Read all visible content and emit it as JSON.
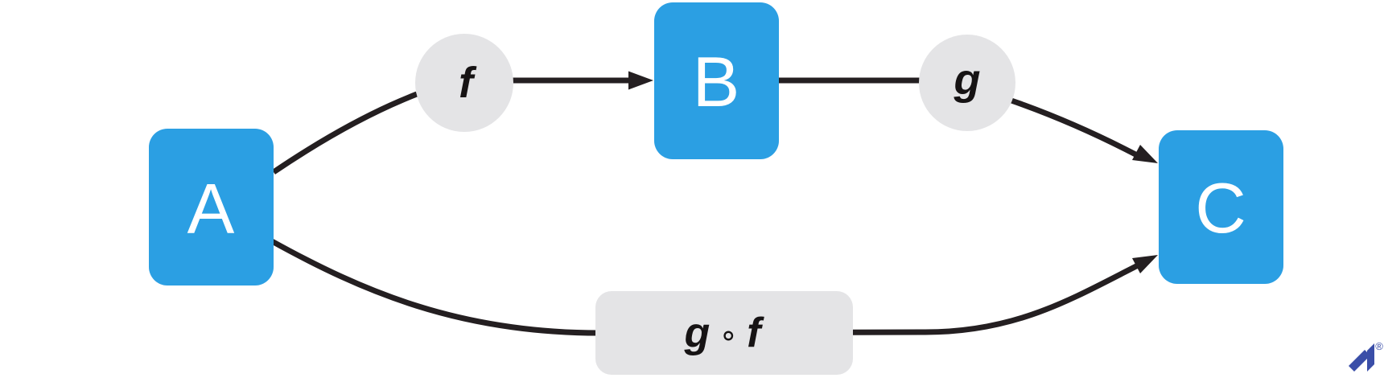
{
  "diagram": {
    "type": "commutative-diagram",
    "description": "Function composition: f maps A to B, g maps B to C, and the composition g of f maps A directly to C",
    "nodes": [
      {
        "id": "A",
        "label": "A"
      },
      {
        "id": "B",
        "label": "B"
      },
      {
        "id": "C",
        "label": "C"
      }
    ],
    "edges": [
      {
        "from": "A",
        "to": "B",
        "label": "f"
      },
      {
        "from": "B",
        "to": "C",
        "label": "g"
      },
      {
        "from": "A",
        "to": "C",
        "label": "g ∘ f"
      }
    ],
    "labels": {
      "f": "f",
      "g": "g",
      "composition_g": "g",
      "composition_operator": "∘",
      "composition_f": "f"
    },
    "logo": {
      "registered_mark": "®"
    },
    "colors": {
      "node-fill": "#2B9FE3",
      "node-text": "#FFFFFF",
      "badge-fill": "#E4E4E6",
      "badge-text": "#161314",
      "edge-stroke": "#241F21",
      "logo-blue": "#3A4EA8",
      "background": "#FFFFFF"
    }
  }
}
